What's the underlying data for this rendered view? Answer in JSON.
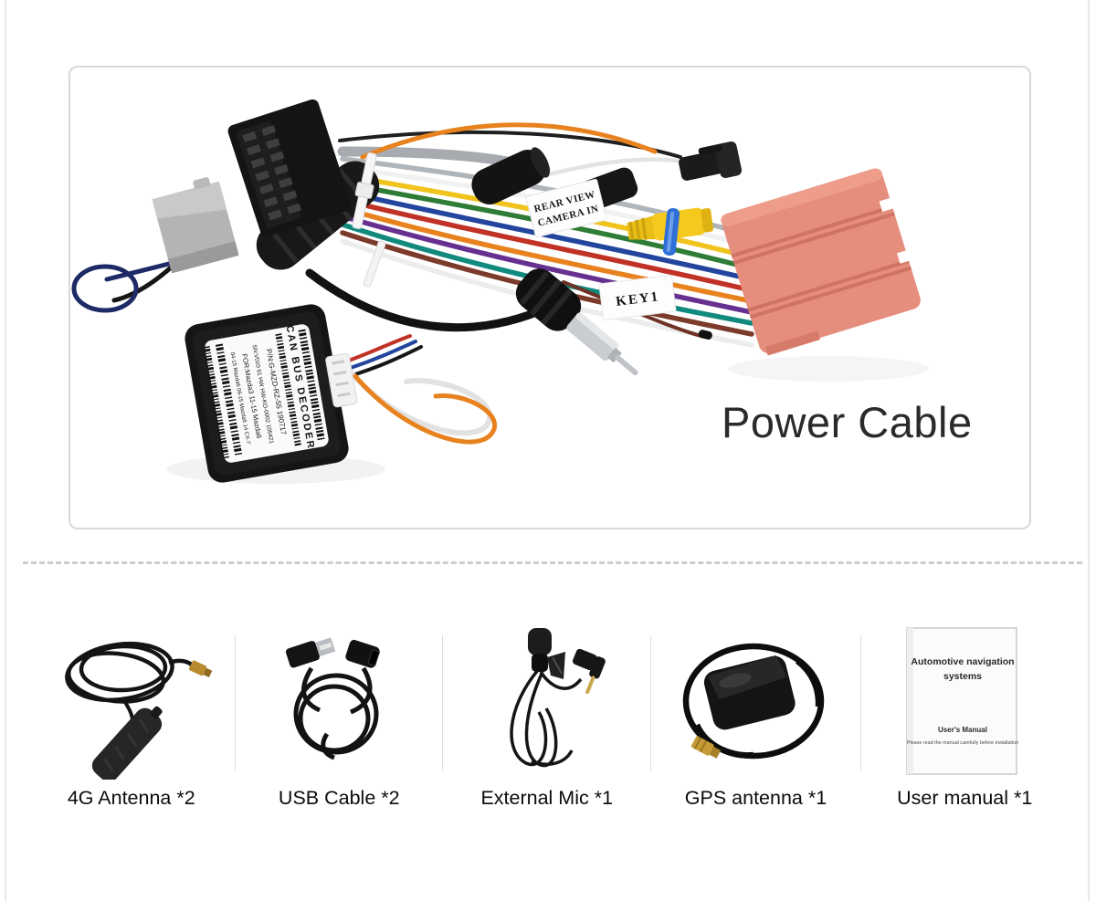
{
  "hero": {
    "title": "Power Cable",
    "tags": {
      "rear_view_line1": "REAR VIEW",
      "rear_view_line2": "CAMERA IN",
      "key": "KEY1"
    },
    "decoder_label": {
      "line1": "CAN  BUS  DECODER",
      "line2": "P/N:G-MZD-RZ-55  190717",
      "line3": "SN:V010 61 HW HW-KO-0002 105421",
      "line4": "FOR:Mazda3  11-15 Mazda6",
      "line5": "04-15 Mazda6 06-15 Mazda5 14 CX-7"
    }
  },
  "accessories": [
    {
      "label": "4G Antenna *2"
    },
    {
      "label": "USB Cable *2"
    },
    {
      "label": "External Mic *1"
    },
    {
      "label": "GPS antenna *1"
    },
    {
      "label": "User manual *1"
    }
  ],
  "manual": {
    "title_line1": "Automotive navigation",
    "title_line2": "systems",
    "subtitle": "User's Manual",
    "note": "Please read the manual carefully before installation"
  }
}
